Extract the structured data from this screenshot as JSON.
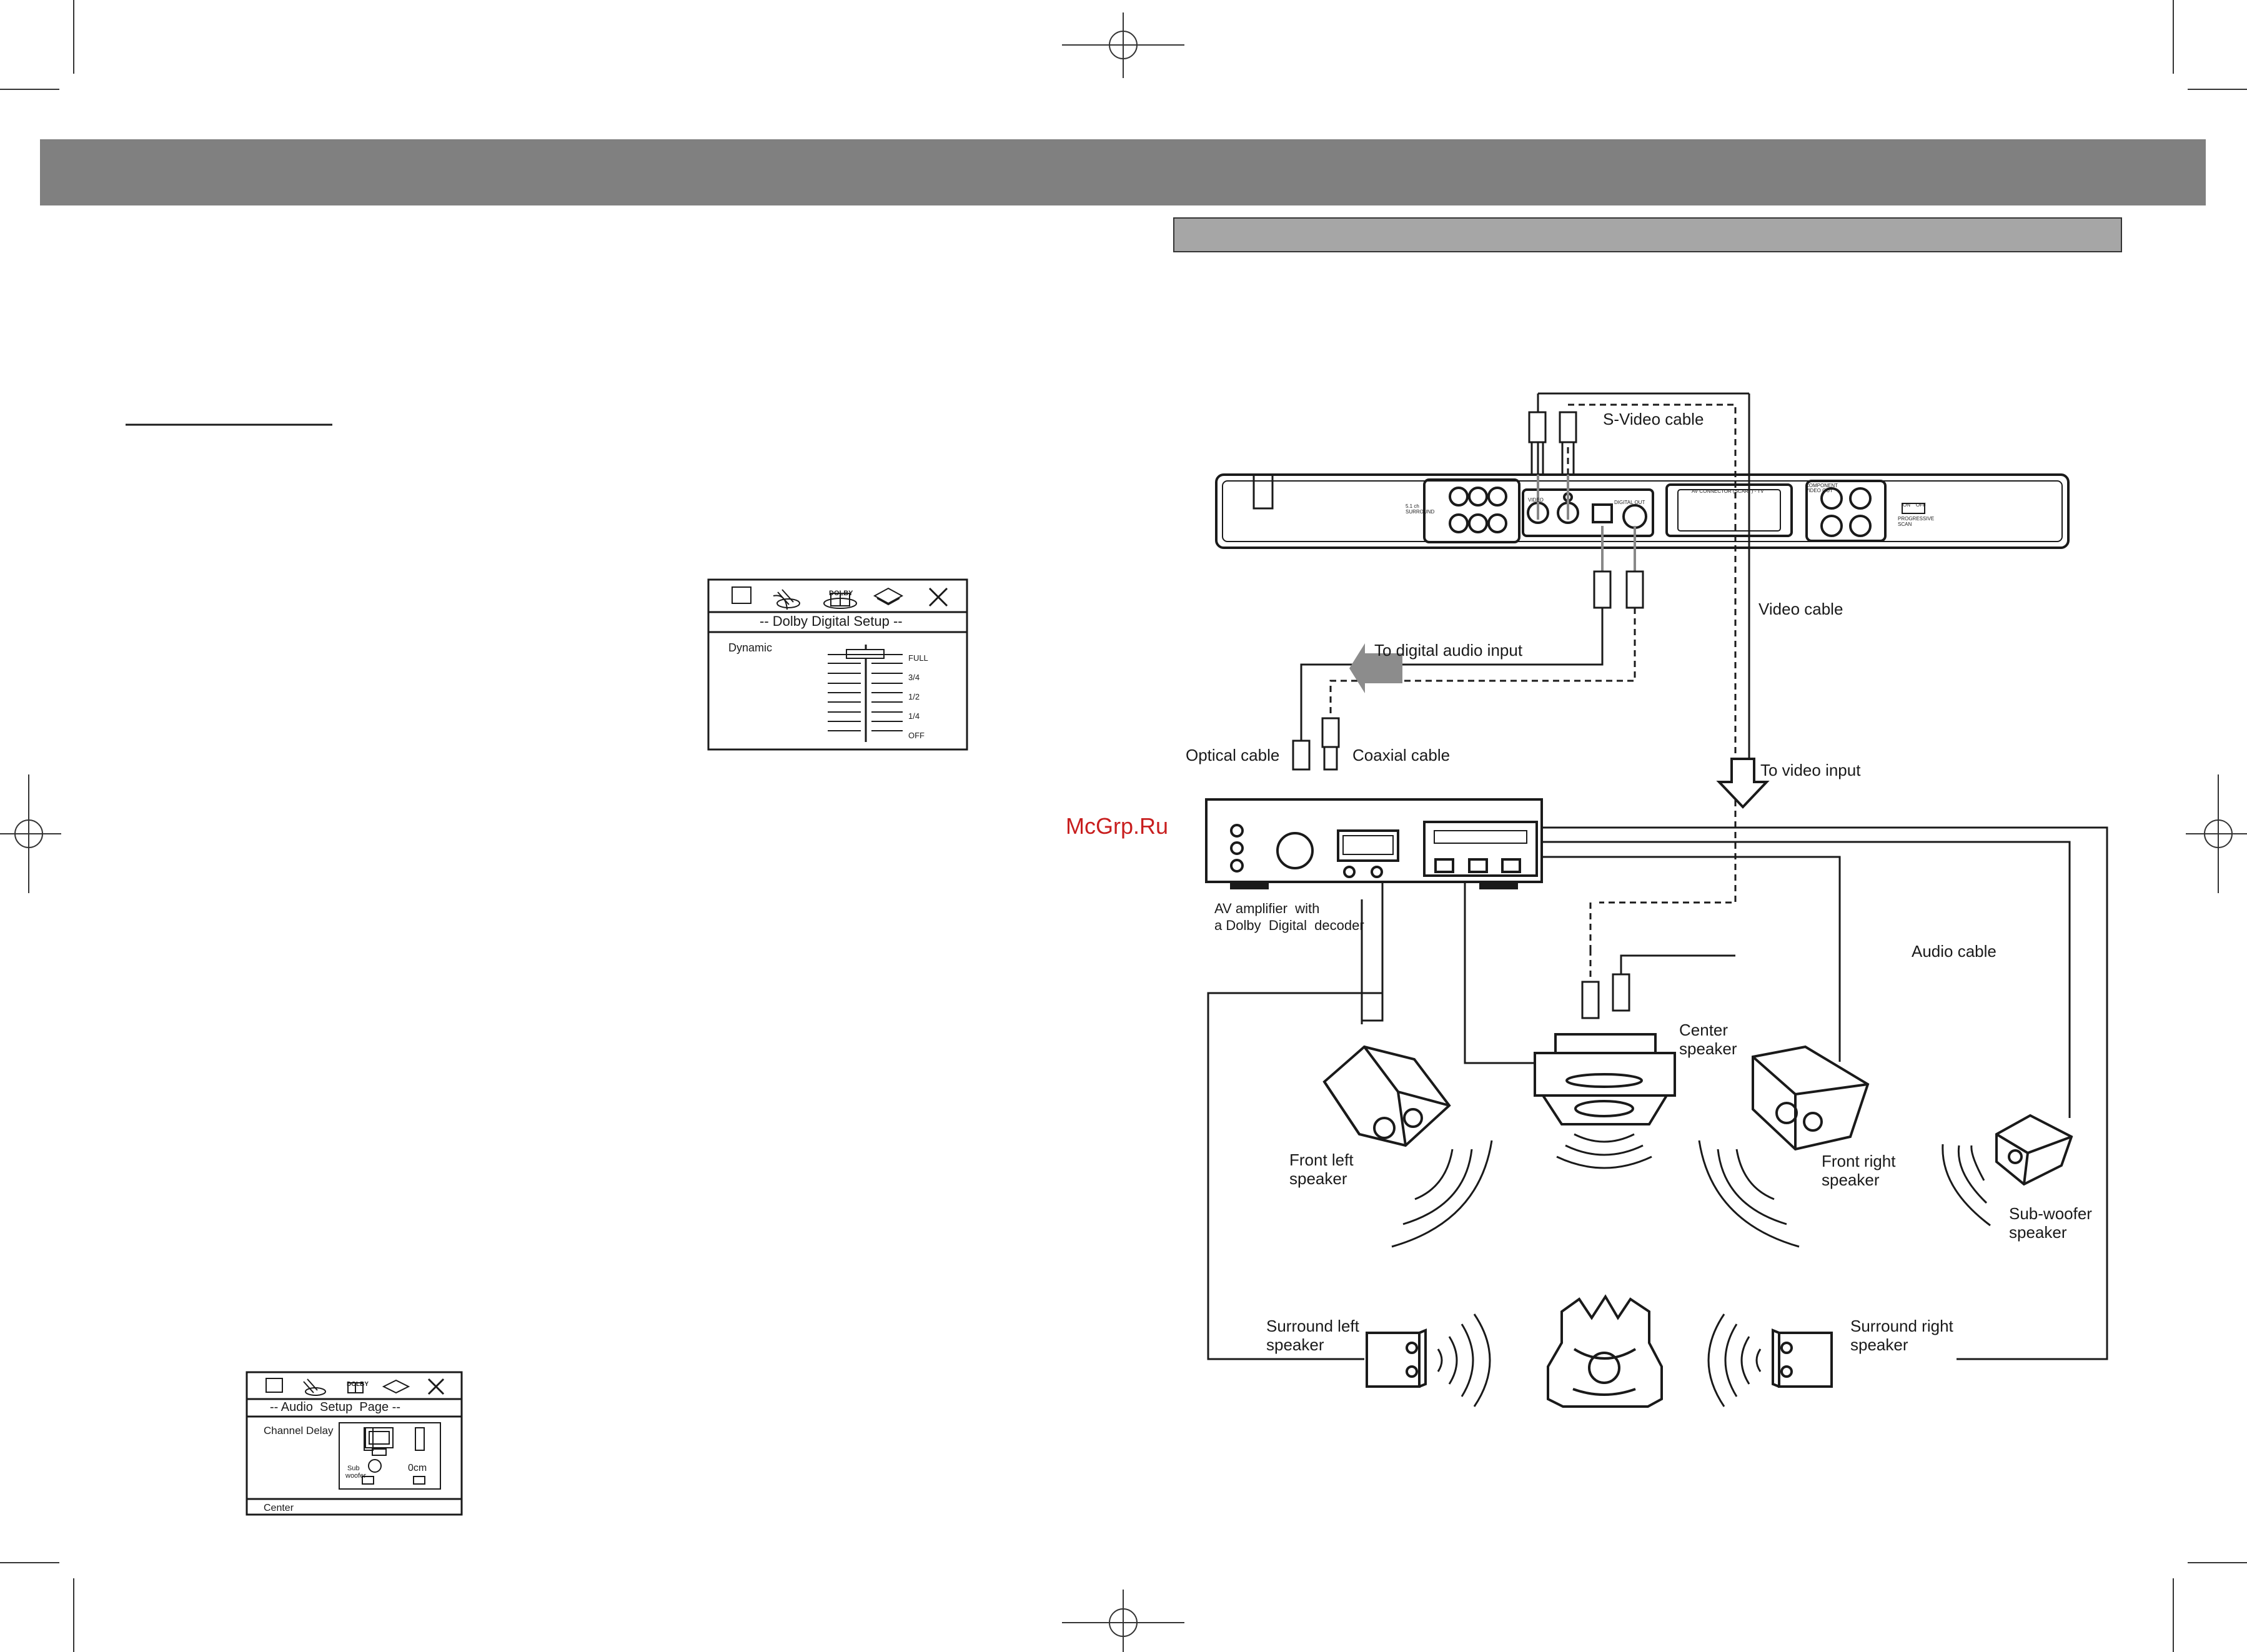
{
  "colors": {
    "header_bar": "#808080",
    "section_bar": "#a6a6a6",
    "ink": "#1a1a1a",
    "watermark": "#c81e1e",
    "arrow_fill": "#8c8c8c"
  },
  "watermark": "McGrp.Ru",
  "dolby_screen": {
    "icons": [
      "page-icon",
      "speaker-icon",
      "dolby-icon",
      "disc-icon",
      "close-icon"
    ],
    "dolby_icon_text": "DOLBY",
    "title": "-- Dolby Digital Setup --",
    "item": "Dynamic",
    "scale": [
      "FULL",
      "3/4",
      "1/2",
      "1/4",
      "OFF"
    ]
  },
  "audio_screen": {
    "icons": [
      "page-icon",
      "speaker-icon",
      "dolby-icon",
      "disc-icon",
      "close-icon"
    ],
    "dolby_icon_text": "DOLBY",
    "title": "-- Audio  Setup  Page --",
    "item": "Channel Delay",
    "sub_label_1": "Sub",
    "sub_label_2": "woofer",
    "delay_value": "0cm",
    "footer": "Center"
  },
  "diagram": {
    "s_video_cable": "S-Video cable",
    "video_cable": "Video cable",
    "to_digital_audio_input": "To digital audio input",
    "optical_cable": "Optical cable",
    "coaxial_cable": "Coaxial cable",
    "to_video_input": "To video input",
    "amplifier_line1": "AV amplifier  with",
    "amplifier_line2": "a Dolby  Digital  decoder",
    "audio_cable": "Audio cable",
    "center_speaker_1": "Center",
    "center_speaker_2": "speaker",
    "front_left_1": "Front left",
    "front_left_2": "speaker",
    "front_right_1": "Front right",
    "front_right_2": "speaker",
    "subwoofer_1": "Sub-woofer",
    "subwoofer_2": "speaker",
    "surround_left_1": "Surround left",
    "surround_left_2": "speaker",
    "surround_right_1": "Surround right",
    "surround_right_2": "speaker",
    "player_panel": {
      "surround": "5.1 ch\nSURROUND",
      "digital_out": "DIGITAL OUT",
      "av_connector": "AV CONNECTOR (SCART) - TV",
      "component": "COMPONENT\nVIDEO OUT",
      "switch": "ON    OFF",
      "progressive": "PROGRESSIVE\nSCAN",
      "video": "VIDEO"
    }
  }
}
